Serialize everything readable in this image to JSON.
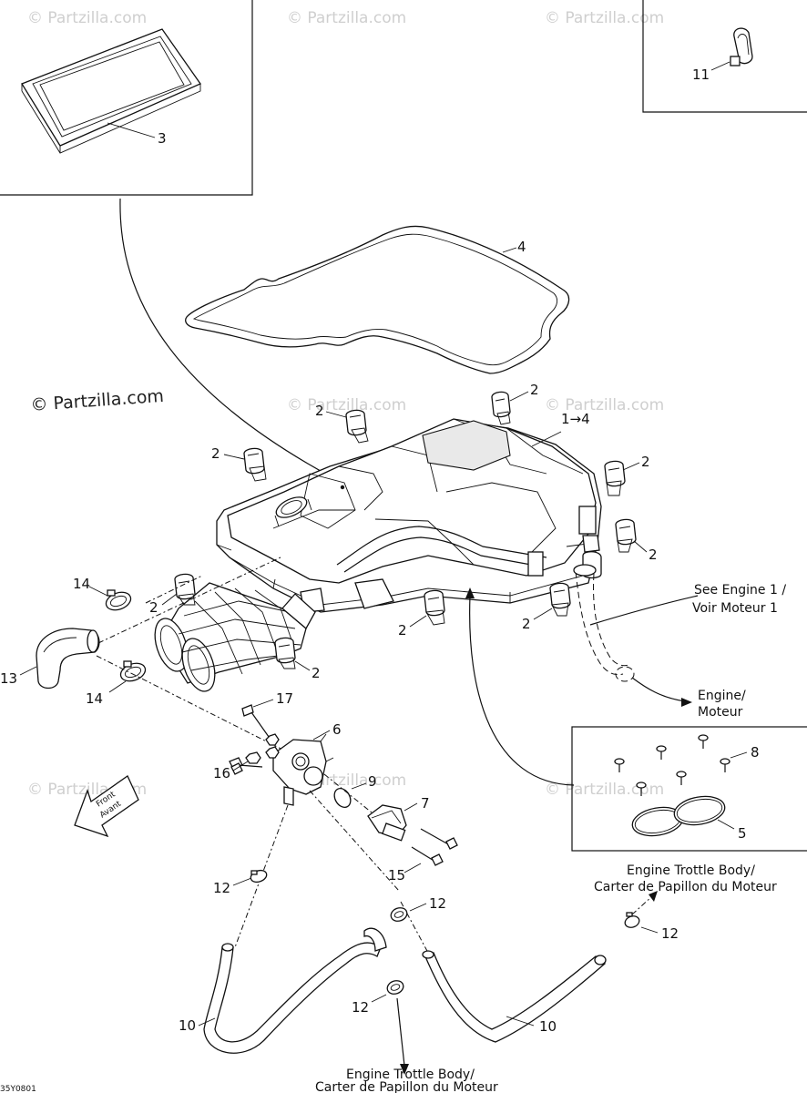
{
  "watermark": "© Partzilla.com",
  "labels": {
    "p1_4": "1→4",
    "p2": "2",
    "p3": "3",
    "p4": "4",
    "p5": "5",
    "p6": "6",
    "p7": "7",
    "p8": "8",
    "p9": "9",
    "p10": "10",
    "p11": "11",
    "p12": "12",
    "p13": "13",
    "p14": "14",
    "p15": "15",
    "p16": "16",
    "p17": "17"
  },
  "notes": {
    "see_engine_line1": "See Engine 1 /",
    "see_engine_line2": "Voir Moteur 1",
    "engine_line1": "Engine/",
    "engine_line2": "Moteur",
    "throttle_right_line1": "Engine Trottle Body/",
    "throttle_right_line2": "Carter de Papillon du Moteur",
    "throttle_bottom_line1": "Engine Trottle Body/",
    "throttle_bottom_line2": "Carter de Papillon du Moteur",
    "front_line1": "Front",
    "front_line2": "Avant",
    "diagram_code": "35Y0801"
  }
}
